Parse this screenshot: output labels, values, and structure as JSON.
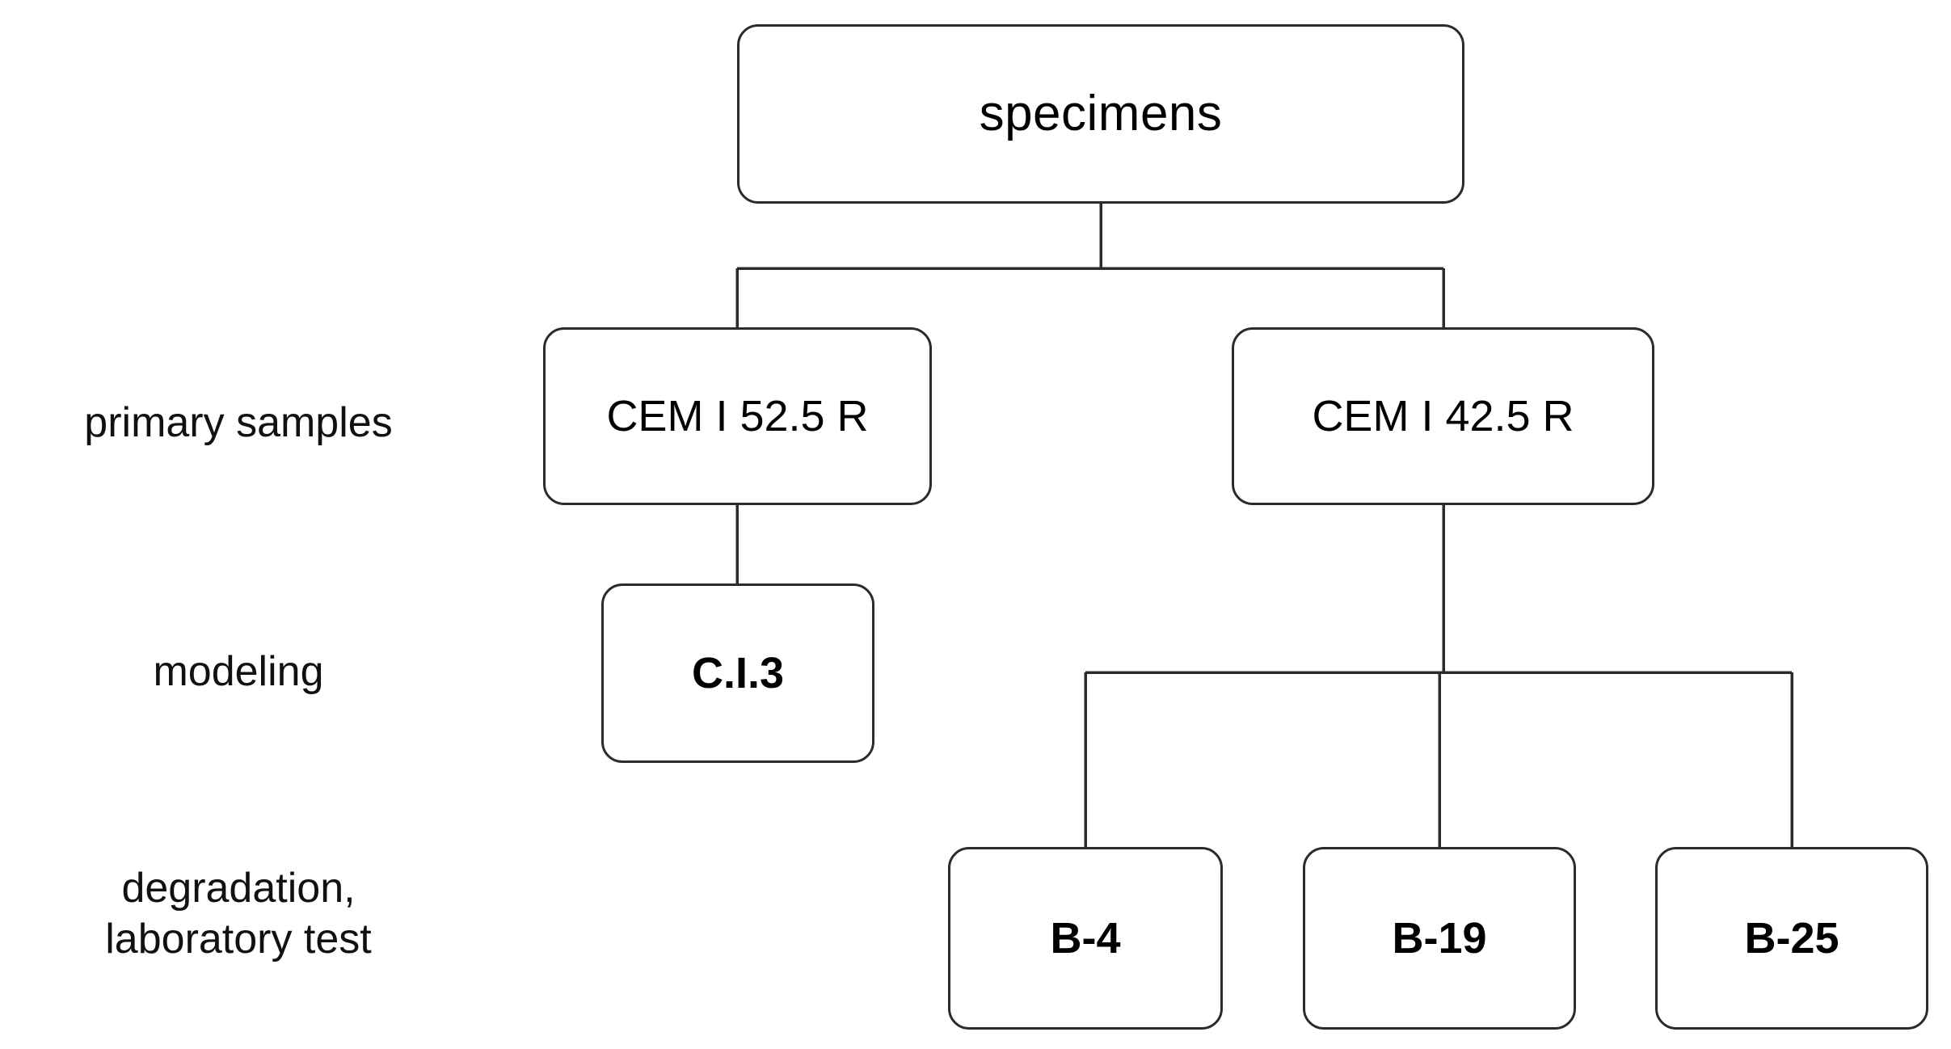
{
  "diagram": {
    "type": "hierarchy-tree",
    "title": "specimens",
    "background_color": "#ffffff",
    "line_color": "#2b2b2b",
    "text_color": "#000000",
    "row_labels": [
      {
        "id": "primary-samples",
        "lines": [
          "primary samples"
        ]
      },
      {
        "id": "modeling",
        "lines": [
          "modeling"
        ]
      },
      {
        "id": "degradation-laboratory-test",
        "lines": [
          "degradation,",
          "laboratory test"
        ]
      }
    ],
    "nodes": [
      {
        "id": "specimens",
        "label": "specimens",
        "level": 0,
        "bold": false
      },
      {
        "id": "cem-i-52-5-r",
        "label": "CEM I 52.5 R",
        "level": 1,
        "bold": false
      },
      {
        "id": "cem-i-42-5-r",
        "label": "CEM I 42.5 R",
        "level": 1,
        "bold": false
      },
      {
        "id": "c-i-3",
        "label": "C.I.3",
        "level": 2,
        "bold": true
      },
      {
        "id": "b-4",
        "label": "B-4",
        "level": 3,
        "bold": true
      },
      {
        "id": "b-19",
        "label": "B-19",
        "level": 3,
        "bold": true
      },
      {
        "id": "b-25",
        "label": "B-25",
        "level": 3,
        "bold": true
      }
    ],
    "edges": [
      {
        "from": "specimens",
        "to": "cem-i-52-5-r"
      },
      {
        "from": "specimens",
        "to": "cem-i-42-5-r"
      },
      {
        "from": "cem-i-52-5-r",
        "to": "c-i-3"
      },
      {
        "from": "cem-i-42-5-r",
        "to": "b-4"
      },
      {
        "from": "cem-i-42-5-r",
        "to": "b-19"
      },
      {
        "from": "cem-i-42-5-r",
        "to": "b-25"
      }
    ]
  }
}
